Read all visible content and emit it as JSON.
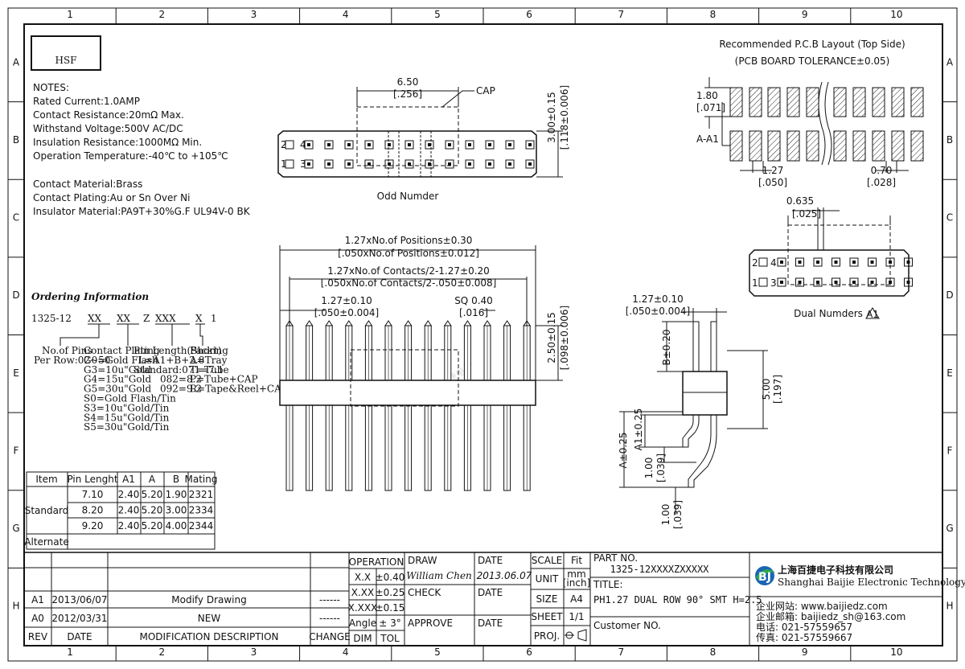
{
  "border": {
    "cols": [
      "1",
      "2",
      "3",
      "4",
      "5",
      "6",
      "7",
      "8",
      "9",
      "10"
    ],
    "rows": [
      "A",
      "B",
      "C",
      "D",
      "E",
      "F",
      "G",
      "H"
    ]
  },
  "logo": "HSF",
  "notes": {
    "title": "NOTES:",
    "lines": [
      "Rated Current:1.0AMP",
      "Contact Resistance:20mΩ Max.",
      "Withstand Voltage:500V AC/DC",
      "Insulation Resistance:1000MΩ Min.",
      "Operation Temperature:-40℃ to +105℃"
    ],
    "lines2": [
      "Contact Material:Brass",
      "Contact Plating:Au or Sn Over Ni",
      "Insulator Material:PA9T+30%G.F UL94V-0 BK"
    ]
  },
  "ordering": {
    "title": "Ordering Information",
    "part": [
      "1325-12",
      "XX",
      "XX",
      "Z",
      "XXX",
      "X",
      "1"
    ],
    "col1": [
      "No.of Pins",
      "Per Row:02~50"
    ],
    "col2": [
      "Contact Plating",
      "G0=Gold Flash",
      "G3=10u\"Gold",
      "G4=15u\"Gold",
      "G5=30u\"Gold",
      "S0=Gold Flash/Tin",
      "S3=10u\"Gold/Tin",
      "S4=15u\"Gold/Tin",
      "S5=30u\"Gold/Tin"
    ],
    "col3": [
      "Pin Length(Short)",
      "L=A1+B+2.8",
      "Standard:071=7.1",
      "082=8.2",
      "092=9.2"
    ],
    "col4": [
      "Packing",
      "A=Tray",
      "T=Tube",
      "P=Tube+CAP",
      "R=Tape&Reel+CAP"
    ]
  },
  "table": {
    "headers": [
      "Item",
      "Pin Lenght",
      "A1",
      "A",
      "B",
      "Mating"
    ],
    "standard": "Standard",
    "rows": [
      [
        "7.10",
        "2.40",
        "5.20",
        "1.90",
        "2321"
      ],
      [
        "8.20",
        "2.40",
        "5.20",
        "3.00",
        "2334"
      ],
      [
        "9.20",
        "2.40",
        "5.20",
        "4.00",
        "2344"
      ]
    ],
    "alternate": "Alternate"
  },
  "top_view": {
    "dim_w": "6.50",
    "dim_w_in": "[.256]",
    "cap": "CAP",
    "dim_h": "3.00±0.15",
    "dim_h_in": "[.118±0.006]",
    "row2": [
      "2",
      "4"
    ],
    "row1": [
      "1",
      "3"
    ],
    "caption": "Odd Numder"
  },
  "front_view": {
    "d1": "1.27xNo.of Positions±0.30",
    "d1i": "[.050xNo.of Positions±0.012]",
    "d2": "1.27xNo.of Contacts/2-1.27±0.20",
    "d2i": "[.050xNo.of Contacts/2-.050±0.008]",
    "d3": "1.27±0.10",
    "d3i": "[.050±0.004]",
    "d4": "SQ 0.40",
    "d4i": "[.016]",
    "d5": "2.50±0.15",
    "d5i": "[.098±0.006]"
  },
  "side_view": {
    "d1": "1.27±0.10",
    "d1i": "[.050±0.004]",
    "b": "B±0.20",
    "h": "5.00",
    "hi": "[.197]",
    "a1": "A1±0.25",
    "a": "A±0.25",
    "e1": "1.00",
    "e1i": "[.039]",
    "e2": "1.00",
    "e2i": "[.039]"
  },
  "pcb": {
    "title1": "Recommended P.C.B Layout (Top Side)",
    "title2": "(PCB BOARD TOLERANCE±0.05)",
    "h": "1.80",
    "hi": "[.071]",
    "a_a1": "A-A1",
    "p": "1.27",
    "pi": "[.050]",
    "w": "0.70",
    "wi": "[.028]"
  },
  "dual": {
    "dim": "0.635",
    "dimi": "[.025]",
    "row2": [
      "2",
      "4"
    ],
    "row1": [
      "1",
      "3"
    ],
    "caption": "Dual Numders",
    "mark": "A1"
  },
  "watermark": "百捷电子",
  "title_block": {
    "rev_rows": [
      [
        "A1",
        "2013/06/07",
        "Modify Drawing",
        "------"
      ],
      [
        "A0",
        "2012/03/31",
        "NEW",
        "------"
      ]
    ],
    "hdr": [
      "REV",
      "DATE",
      "MODIFICATION  DESCRIPTION",
      "CHANGE"
    ],
    "operation": "OPERATION",
    "tol": [
      [
        "X.X",
        "±0.40"
      ],
      [
        "X.XX",
        "±0.25"
      ],
      [
        "X.XXX",
        "±0.15"
      ],
      [
        "Angle",
        "± 3°"
      ]
    ],
    "dimtol": [
      "DIM",
      "TOL"
    ],
    "draw": "DRAW",
    "drawer": "William Chen",
    "check": "CHECK",
    "approve": "APPROVE",
    "date": "DATE",
    "drawdate": "2013.06.07",
    "scale": "SCALE",
    "fit": "Fit",
    "unit": "UNIT",
    "unit_v1": "mm",
    "unit_v2": "[inch]",
    "size": "SIZE",
    "size_v": "A4",
    "sheet": "SHEET",
    "sheet_v": "1/1",
    "proj": "PROJ.",
    "partno": "PART NO.",
    "partno_v": "1325-12XXXXZXXXXX",
    "titlelbl": "TITLE:",
    "title_v": "PH1.27 DUAL ROW 90° SMT H=2.5",
    "customer": "Customer NO.",
    "company_cn": "上海百捷电子科技有限公司",
    "company_en": "Shanghai Baijie Electronic Technology Co., Ltd",
    "web": "企业网站: www.baijiedz.com",
    "mail": "企业邮箱: baijiedz_sh@163.com",
    "tel": "电话: 021-57559657",
    "fax": "传真: 021-57559667"
  }
}
